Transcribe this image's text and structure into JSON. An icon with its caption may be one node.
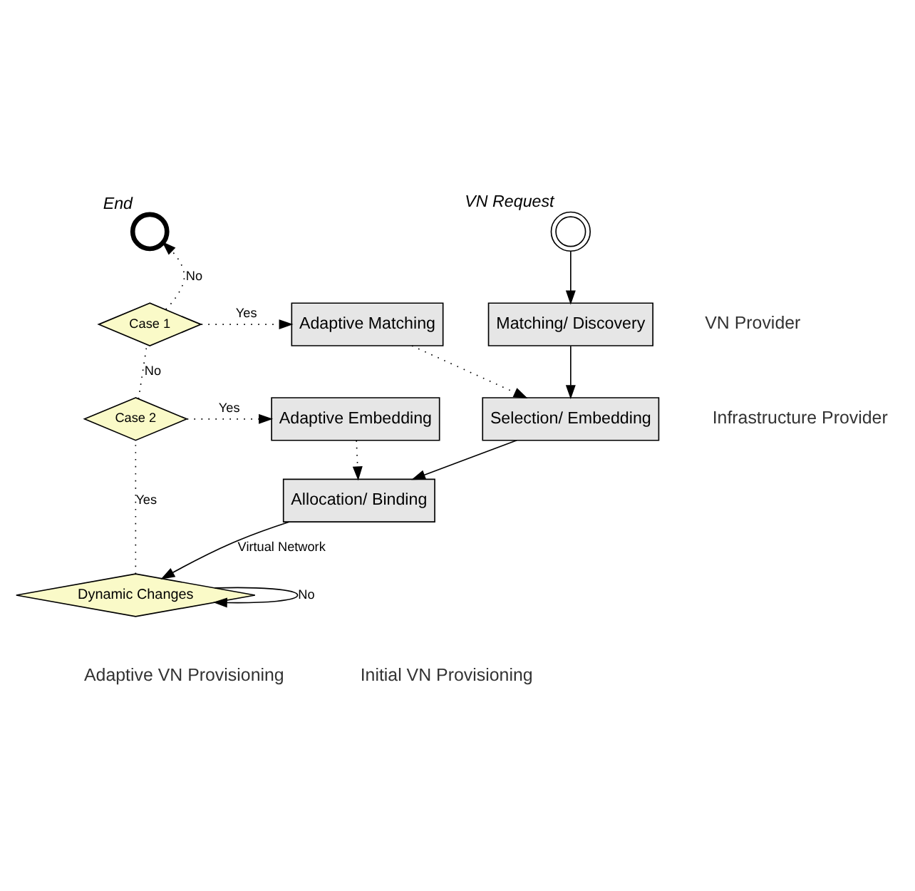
{
  "diagram": {
    "nodes": [
      {
        "text": [],
        "shape": "circle",
        "beside": [
          "End"
        ]
      },
      {
        "text": [],
        "shape": "circle",
        "beside": [
          "VN Request"
        ]
      },
      {
        "text": [
          "Adaptive Matching"
        ]
      },
      {
        "text": [
          "Case 1"
        ]
      },
      {
        "text": [
          "Matching/ Discovery"
        ]
      },
      {
        "text": [
          "Adaptive Embedding"
        ]
      },
      {
        "text": [
          "Case 2"
        ]
      },
      {
        "text": [
          "Selection/ Embedding"
        ]
      },
      {
        "text": [
          "Allocation/ Binding"
        ]
      },
      {
        "text": [
          "Dynamic Changes"
        ]
      }
    ],
    "edges": [
      {
        "from": 1,
        "to": 4,
        "arrow": "to"
      },
      {
        "from": 4,
        "to": 7,
        "arrow": "to"
      },
      {
        "from": 7,
        "to": 8,
        "arrow": "to"
      },
      {
        "from": 8,
        "to": 9,
        "arrow": "to",
        "label": "Virtual Network"
      },
      {
        "from": 9,
        "to": 9,
        "arrow": "to",
        "label": "No"
      },
      {
        "from": 9,
        "to": 6,
        "arrow": "none",
        "label": "Yes",
        "style": "dashed"
      },
      {
        "from": 6,
        "to": 5,
        "arrow": "to",
        "label": "Yes",
        "style": "dashed"
      },
      {
        "from": 6,
        "to": 3,
        "arrow": "none",
        "label": "No",
        "style": "dashed"
      },
      {
        "from": 3,
        "to": 2,
        "arrow": "to",
        "label": "Yes",
        "style": "dashed"
      },
      {
        "from": 3,
        "to": 0,
        "arrow": "to",
        "label": "No",
        "style": "dashed"
      },
      {
        "from": 2,
        "to": 7,
        "arrow": "to",
        "style": "dashed"
      },
      {
        "from": 5,
        "to": 8,
        "arrow": "to",
        "style": "dashed"
      }
    ],
    "labels": [
      "VN Provider",
      "Infrastructure Provider",
      "Adaptive VN Provisioning",
      "Initial VN Provisioning"
    ]
  }
}
